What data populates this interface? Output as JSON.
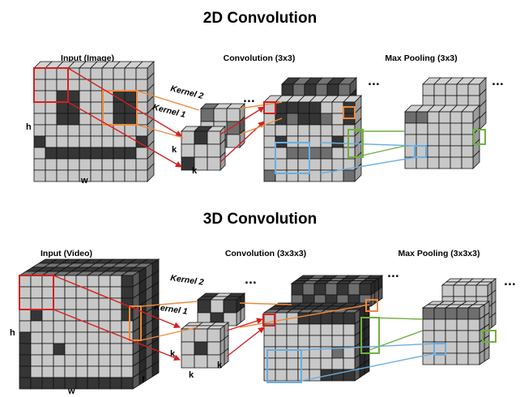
{
  "section_2d": {
    "title": "2D Convolution",
    "input_label": "Input (Image)",
    "conv_label": "Convolution (3x3)",
    "pool_label": "Max Pooling (3x3)",
    "kernel1_label": "Kernel 1",
    "kernel2_label": "Kernel 2",
    "dim_h": "h",
    "dim_w": "w",
    "dim_k1": "k",
    "dim_k2": "k",
    "ellipsis_kernels": "...",
    "ellipsis_conv": "...",
    "ellipsis_pool": "..."
  },
  "section_3d": {
    "title": "3D Convolution",
    "input_label": "Input (Video)",
    "conv_label": "Convolution (3x3x3)",
    "pool_label": "Max Pooling (3x3x3)",
    "kernel1_label": "Kernel 1",
    "kernel2_label": "Kernel 2",
    "dim_h": "h",
    "dim_w": "w",
    "dim_f": "f",
    "dim_k1": "k",
    "dim_k2": "k",
    "dim_k3": "k",
    "ellipsis_kernels": "...",
    "ellipsis_conv": "...",
    "ellipsis_pool": "..."
  },
  "colors": {
    "cell_light": "#c8c8c8",
    "cell_dark": "#353535",
    "cell_mid": "#6e6e6e",
    "grid_line": "#111111",
    "highlight_red": "#d42020",
    "highlight_orange": "#ef8a3a",
    "highlight_blue": "#6aaee0",
    "highlight_green": "#6fb13f"
  }
}
